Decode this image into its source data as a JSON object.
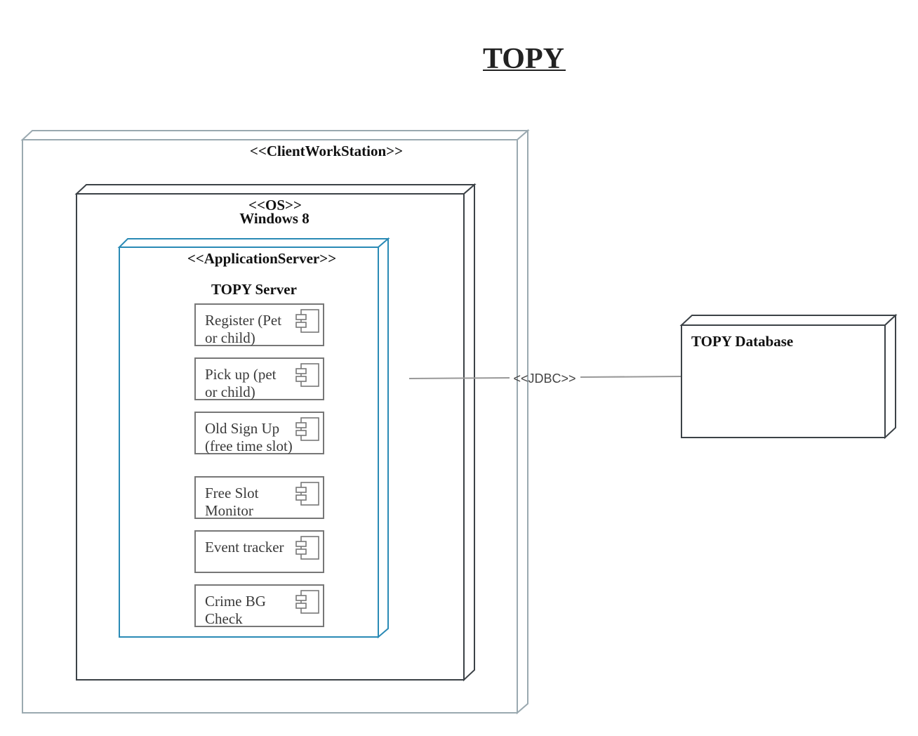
{
  "title": "TOPY",
  "client_node": {
    "stereotype": "<<ClientWorkStation>>"
  },
  "os_node": {
    "stereotype": "<<OS>>",
    "name": "Windows 8"
  },
  "app_node": {
    "stereotype": "<<ApplicationServer>>",
    "name": "TOPY Server"
  },
  "components": [
    {
      "lines": [
        "Register (Pet",
        "or child)"
      ]
    },
    {
      "lines": [
        "Pick up (pet",
        "or child)"
      ]
    },
    {
      "lines": [
        "Old Sign Up",
        "(free time slot)"
      ]
    },
    {
      "lines": [
        "Free Slot",
        "Monitor"
      ]
    },
    {
      "lines": [
        "Event tracker"
      ]
    },
    {
      "lines": [
        "Crime BG",
        "Check"
      ]
    }
  ],
  "connector": {
    "label": "<<JDBC>>"
  },
  "database_node": {
    "name": "TOPY Database"
  },
  "colors": {
    "client_border": "#9aa9b0",
    "os_border": "#3c4247",
    "app_border": "#2a8ab5",
    "component_border": "#777777",
    "connector": "#999999",
    "text_dark": "#111111",
    "text_component": "#3a3a3a"
  }
}
